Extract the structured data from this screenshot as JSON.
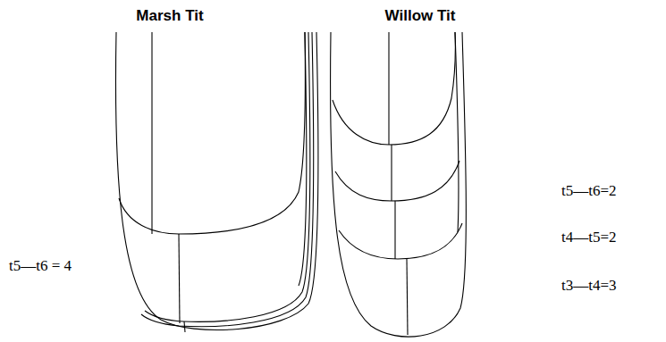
{
  "diagram": {
    "labels": [
      "Marsh Tit",
      "Willow Tit",
      "t5—t6 = 4",
      "t5—t6=2",
      "t4—t5=2",
      "t3—t4=3"
    ]
  }
}
